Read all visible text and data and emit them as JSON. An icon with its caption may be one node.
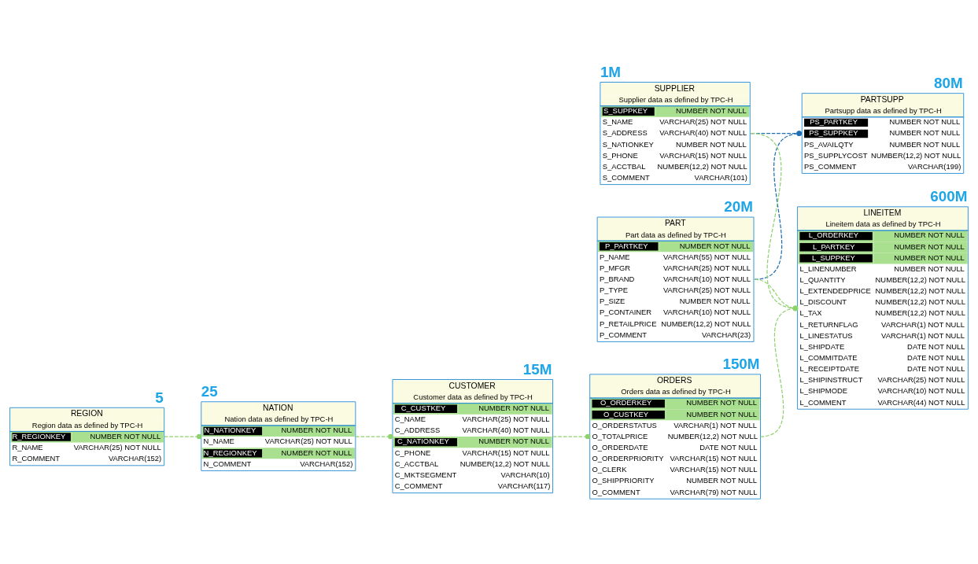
{
  "diagram": {
    "nodes": [
      {
        "text": [
          "PART",
          "Part data as defined by TPC-H",
          "P_PARTKEY",
          "NUMBER NOT NULL",
          "P_NAME",
          "VARCHAR(55) NOT NULL",
          "P_MFGR",
          "VARCHAR(25) NOT NULL",
          "P_BRAND",
          "VARCHAR(10) NOT NULL",
          "P_TYPE",
          "VARCHAR(25) NOT NULL",
          "P_SIZE",
          "NUMBER NOT NULL",
          "P_CONTAINER",
          "VARCHAR(10) NOT NULL",
          "P_RETAILPRICE",
          "NUMBER(12,2) NOT NULL",
          "P_COMMENT",
          "VARCHAR(23)"
        ],
        "beside": [
          "20M"
        ]
      },
      {
        "text": [
          "PARTSUPP",
          "Partsupp data as defined by TPC-H",
          "PS_PARTKEY",
          "NUMBER NOT NULL",
          "PS_SUPPKEY",
          "NUMBER NOT NULL",
          "PS_AVAILQTY",
          "NUMBER NOT NULL",
          "PS_SUPPLYCOST",
          "NUMBER(12,2) NOT NULL",
          "PS_COMMENT",
          "VARCHAR(199)"
        ],
        "beside": [
          "80M"
        ]
      },
      {
        "text": [
          "SUPPLIER",
          "Supplier data as defined by TPC-H",
          "S_SUPPKEY",
          "NUMBER NOT NULL",
          "S_NAME",
          "VARCHAR(25) NOT NULL",
          "S_ADDRESS",
          "VARCHAR(40) NOT NULL",
          "S_NATIONKEY",
          "NUMBER NOT NULL",
          "S_PHONE",
          "VARCHAR(15) NOT NULL",
          "S_ACCTBAL",
          "NUMBER(12,2) NOT NULL",
          "S_COMMENT",
          "VARCHAR(101)"
        ],
        "beside": [
          "1M"
        ]
      },
      {
        "text": [
          "LINEITEM",
          "Lineitem data as defined by TPC-H",
          "L_ORDERKEY",
          "NUMBER NOT NULL",
          "L_PARTKEY",
          "NUMBER NOT NULL",
          "L_SUPPKEY",
          "NUMBER NOT NULL",
          "L_LINENUMBER",
          "NUMBER NOT NULL",
          "L_QUANTITY",
          "NUMBER(12,2) NOT NULL",
          "L_EXTENDEDPRICE",
          "NUMBER(12,2) NOT NULL",
          "L_DISCOUNT",
          "NUMBER(12,2) NOT NULL",
          "L_TAX",
          "NUMBER(12,2) NOT NULL",
          "L_RETURNFLAG",
          "VARCHAR(1) NOT NULL",
          "L_LINESTATUS",
          "VARCHAR(1) NOT NULL",
          "L_SHIPDATE",
          "DATE NOT NULL",
          "L_COMMITDATE",
          "DATE NOT NULL",
          "L_RECEIPTDATE",
          "DATE NOT NULL",
          "L_SHIPINSTRUCT",
          "VARCHAR(25) NOT NULL",
          "L_SHIPMODE",
          "VARCHAR(10) NOT NULL",
          "L_COMMENT",
          "VARCHAR(44) NOT NULL"
        ],
        "beside": [
          "600M"
        ]
      },
      {
        "text": [
          "ORDERS",
          "Orders data as defined by TPC-H",
          "O_ORDERKEY",
          "NUMBER NOT NULL",
          "O_CUSTKEY",
          "NUMBER NOT NULL",
          "O_ORDERSTATUS",
          "VARCHAR(1) NOT NULL",
          "O_TOTALPRICE",
          "NUMBER(12,2) NOT NULL",
          "O_ORDERDATE",
          "DATE NOT NULL",
          "O_ORDERPRIORITY",
          "VARCHAR(15) NOT NULL",
          "O_CLERK",
          "VARCHAR(15) NOT NULL",
          "O_SHIPPRIORITY",
          "NUMBER NOT NULL",
          "O_COMMENT",
          "VARCHAR(79) NOT NULL"
        ],
        "beside": [
          "150M"
        ]
      },
      {
        "text": [
          "CUSTOMER",
          "Customer data as defined by TPC-H",
          "C_CUSTKEY",
          "NUMBER NOT NULL",
          "C_NAME",
          "VARCHAR(25) NOT NULL",
          "C_ADDRESS",
          "VARCHAR(40) NOT NULL",
          "C_NATIONKEY",
          "NUMBER NOT NULL",
          "C_PHONE",
          "VARCHAR(15) NOT NULL",
          "C_ACCTBAL",
          "NUMBER(12,2) NOT NULL",
          "C_MKTSEGMENT",
          "VARCHAR(10)",
          "C_COMMENT",
          "VARCHAR(117)"
        ],
        "beside": [
          "15M"
        ]
      },
      {
        "text": [
          "NATION",
          "Nation data as defined by TPC-H",
          "N_NATIONKEY",
          "NUMBER NOT NULL",
          "N_NAME",
          "VARCHAR(25) NOT NULL",
          "N_REGIONKEY",
          "NUMBER NOT NULL",
          "N_COMMENT",
          "VARCHAR(152)"
        ],
        "beside": [
          "25"
        ]
      },
      {
        "text": [
          "REGION",
          "Region data as defined by TPC-H",
          "R_REGIONKEY",
          "NUMBER NOT NULL",
          "R_NAME",
          "VARCHAR(25) NOT NULL",
          "R_COMMENT",
          "VARCHAR(152)"
        ],
        "beside": [
          "5"
        ]
      }
    ],
    "edges": [
      {
        "from": 0,
        "to": 1,
        "arrow": "other",
        "style": "dashed",
        "color": "#1f6fb2"
      },
      {
        "from": 2,
        "to": 1,
        "arrow": "other",
        "style": "dashed",
        "color": "#1f6fb2"
      },
      {
        "from": 0,
        "to": 3,
        "arrow": "other",
        "style": "dashed"
      },
      {
        "from": 2,
        "to": 3,
        "arrow": "other",
        "style": "dashed"
      },
      {
        "from": 4,
        "to": 3,
        "arrow": "other",
        "style": "dashed"
      },
      {
        "from": 5,
        "to": 4,
        "arrow": "other",
        "style": "dashed"
      },
      {
        "from": 6,
        "to": 5,
        "arrow": "other",
        "style": "dashed"
      },
      {
        "from": 7,
        "to": 6,
        "arrow": "other",
        "style": "dashed"
      }
    ]
  }
}
